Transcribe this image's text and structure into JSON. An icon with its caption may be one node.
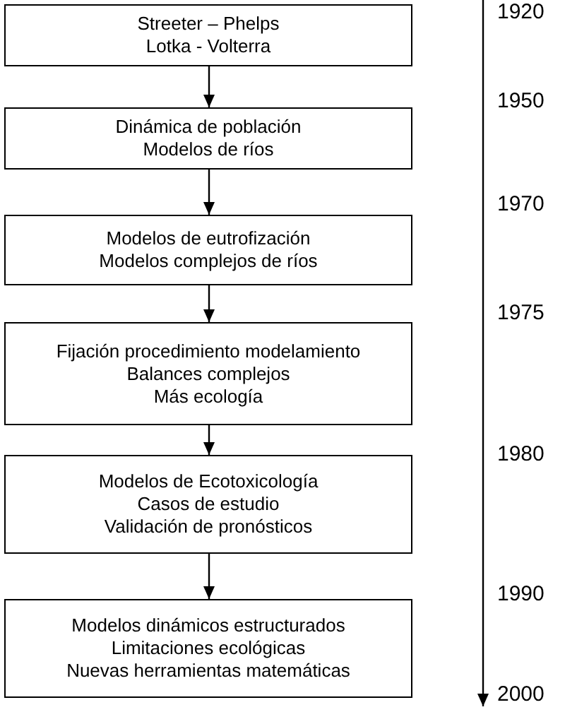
{
  "diagram": {
    "nodes": [
      {
        "text": [
          "Streeter – Phelps",
          "Lotka - Volterra"
        ]
      },
      {
        "text": [
          "Dinámica de población",
          "Modelos de ríos"
        ]
      },
      {
        "text": [
          "Modelos de eutrofización",
          "Modelos complejos de ríos"
        ]
      },
      {
        "text": [
          "Fijación procedimiento modelamiento",
          "Balances complejos",
          "Más ecología"
        ]
      },
      {
        "text": [
          "Modelos de Ecotoxicología",
          "Casos de estudio",
          "Validación de pronósticos"
        ]
      },
      {
        "text": [
          "Modelos dinámicos estructurados",
          "Limitaciones ecológicas",
          "Nuevas herramientas matemáticas"
        ]
      }
    ],
    "edges": [
      {
        "from": 0,
        "to": 1,
        "arrow": "to"
      },
      {
        "from": 1,
        "to": 2,
        "arrow": "to"
      },
      {
        "from": 2,
        "to": 3,
        "arrow": "to"
      },
      {
        "from": 3,
        "to": 4,
        "arrow": "to"
      },
      {
        "from": 4,
        "to": 5,
        "arrow": "to"
      }
    ],
    "labels": [
      "1920",
      "1950",
      "1970",
      "1975",
      "1980",
      "1990",
      "2000"
    ]
  }
}
